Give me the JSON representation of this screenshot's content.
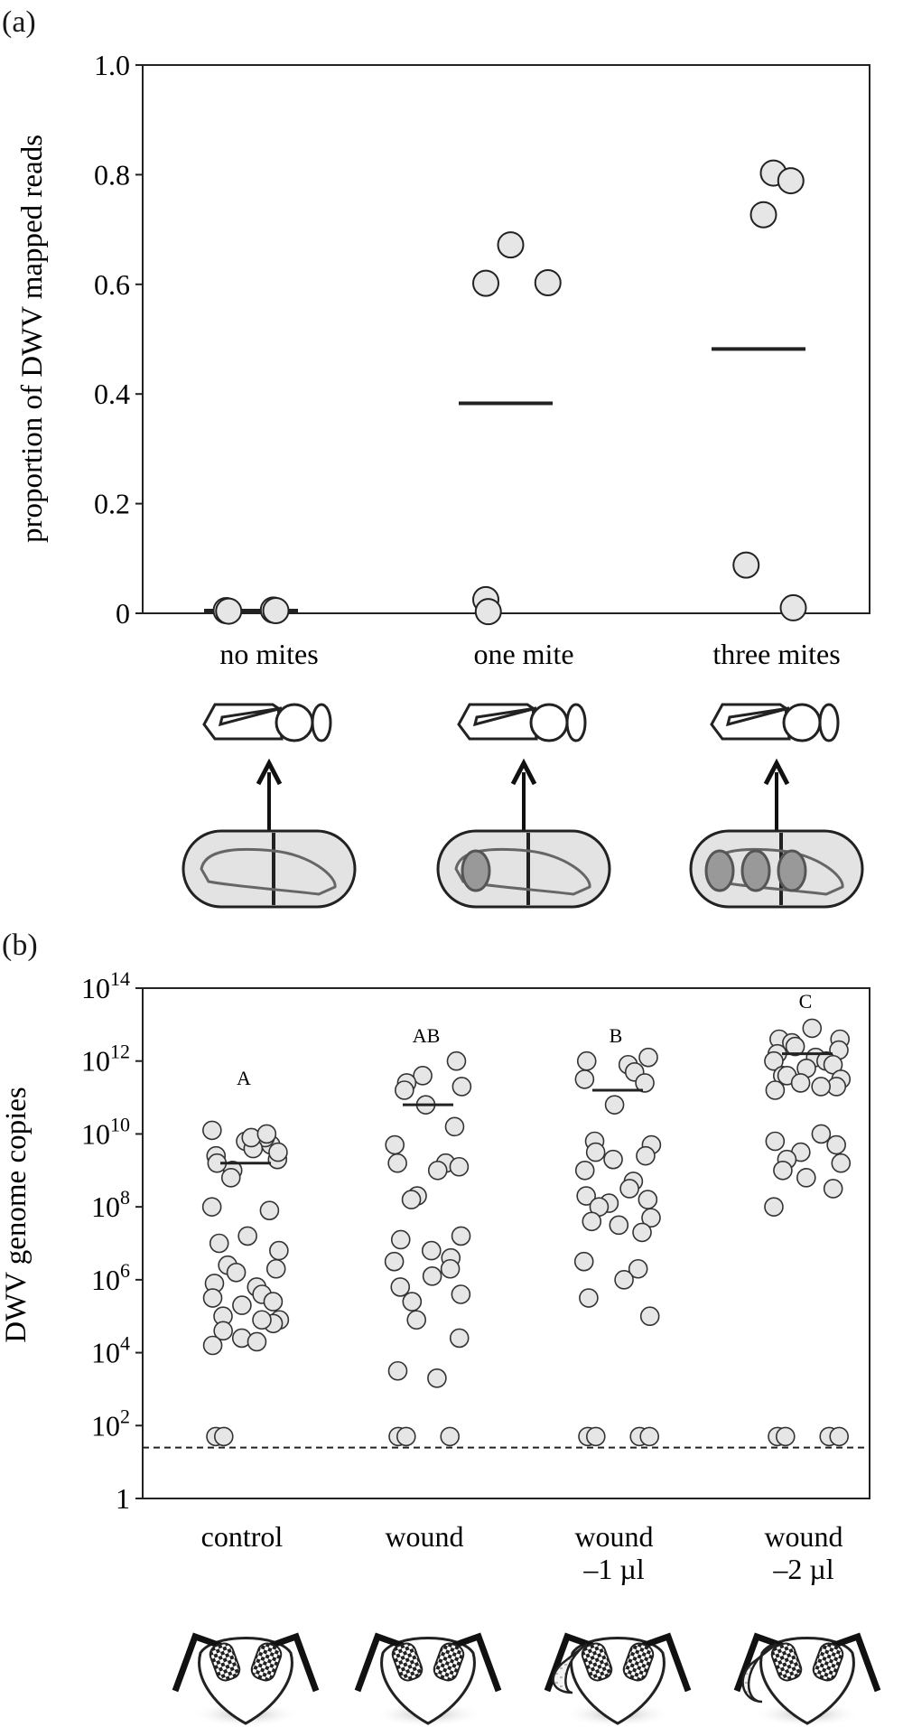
{
  "chart_data": [
    {
      "panel_label": "(a)",
      "type": "scatter",
      "ylabel": "proportion of DWV mapped reads",
      "ylim": [
        0,
        1.0
      ],
      "ytick_labels": [
        "0",
        "0.2",
        "0.4",
        "0.6",
        "0.8",
        "1.0"
      ],
      "yticks": [
        0,
        0.2,
        0.4,
        0.6,
        0.8,
        1.0
      ],
      "categories": [
        "no mites",
        "one mite",
        "three mites"
      ],
      "points": [
        {
          "group": "no mites",
          "values": [
            0.005,
            0.004,
            0.006,
            0.005
          ]
        },
        {
          "group": "one mite",
          "values": [
            0.672,
            0.602,
            0.603,
            0.025,
            0.003
          ]
        },
        {
          "group": "three mites",
          "values": [
            0.803,
            0.789,
            0.727,
            0.088,
            0.01
          ]
        }
      ],
      "means": [
        0.005,
        0.383,
        0.482
      ],
      "grid": false,
      "icons": [
        "adult-bee-icon",
        "brood-cell-icon"
      ]
    },
    {
      "panel_label": "(b)",
      "type": "scatter",
      "ylabel": "DWV genome copies",
      "yscale": "log",
      "ylim": [
        1,
        100000000000000.0
      ],
      "ytick_labels": [
        {
          "base": "1",
          "exp": ""
        },
        {
          "base": "10",
          "exp": "2"
        },
        {
          "base": "10",
          "exp": "4"
        },
        {
          "base": "10",
          "exp": "6"
        },
        {
          "base": "10",
          "exp": "8"
        },
        {
          "base": "10",
          "exp": "10"
        },
        {
          "base": "10",
          "exp": "12"
        },
        {
          "base": "10",
          "exp": "14"
        }
      ],
      "categories": [
        {
          "line1": "control",
          "line2": ""
        },
        {
          "line1": "wound",
          "line2": ""
        },
        {
          "line1": "wound",
          "line2": "–1 µl"
        },
        {
          "line1": "wound",
          "line2": "–2 µl"
        }
      ],
      "significance_letters": [
        "A",
        "AB",
        "B",
        "C"
      ],
      "detection_limit": 25,
      "means_log10": [
        9.2,
        10.8,
        11.2,
        12.2
      ],
      "points_log10": [
        [
          9.8,
          9.7,
          10.1,
          9.9,
          9.6,
          9.4,
          9.3,
          9.0,
          8.8,
          9.5,
          9.2,
          9.9,
          10.0,
          8.0,
          7.9,
          7.2,
          7.0,
          6.8,
          6.4,
          6.2,
          6.3,
          5.9,
          5.8,
          5.6,
          5.5,
          5.4,
          5.3,
          5.0,
          4.9,
          4.6,
          4.4,
          4.8,
          4.2,
          4.9,
          4.3,
          1.7,
          1.7
        ],
        [
          12.0,
          11.6,
          11.4,
          11.3,
          11.2,
          10.8,
          10.2,
          9.7,
          9.2,
          9.0,
          9.2,
          9.1,
          8.3,
          8.2,
          7.2,
          7.1,
          6.8,
          6.6,
          6.5,
          6.3,
          6.1,
          5.8,
          5.6,
          5.4,
          4.9,
          4.4,
          3.5,
          3.3,
          1.7,
          1.7,
          1.7
        ],
        [
          12.1,
          12.0,
          11.9,
          11.7,
          11.5,
          11.4,
          10.8,
          9.8,
          9.7,
          9.5,
          9.3,
          9.4,
          9.0,
          8.7,
          8.5,
          8.3,
          8.2,
          8.1,
          8.0,
          7.7,
          7.6,
          7.5,
          7.3,
          6.5,
          6.3,
          6.0,
          5.5,
          5.0,
          1.7,
          1.7,
          1.7,
          1.7
        ],
        [
          12.9,
          12.6,
          12.6,
          12.5,
          12.4,
          12.3,
          12.2,
          12.1,
          12.0,
          12.0,
          11.9,
          11.8,
          11.6,
          11.5,
          11.6,
          11.4,
          11.3,
          11.2,
          11.3,
          10.0,
          9.8,
          9.7,
          9.5,
          9.3,
          9.2,
          9.0,
          8.8,
          8.5,
          8.0,
          1.7,
          1.7,
          1.7,
          1.7
        ]
      ],
      "grid": false,
      "icons": [
        "bee-head-icon"
      ]
    }
  ]
}
